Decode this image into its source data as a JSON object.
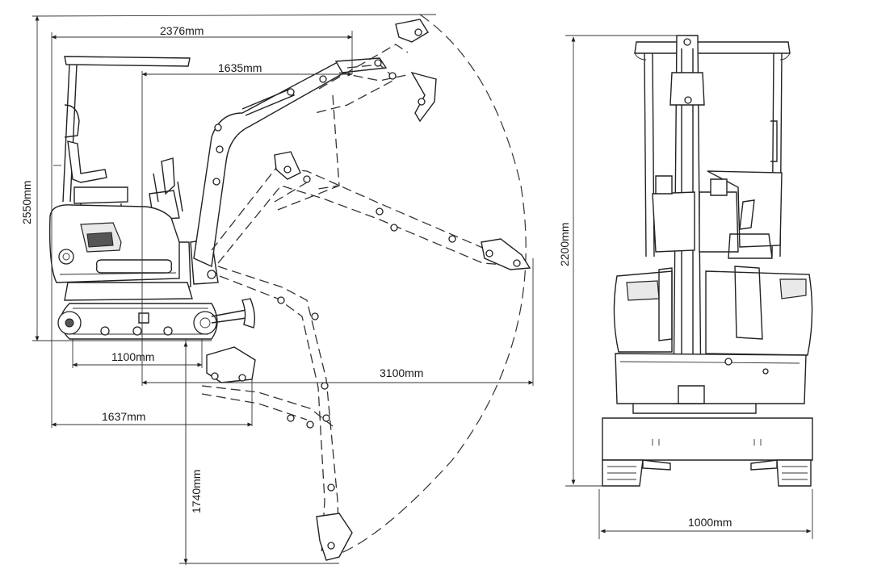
{
  "dimensions": {
    "overall_length": "2376mm",
    "cab_to_pivot": "1635mm",
    "overall_height_side": "2550mm",
    "track_length": "1100mm",
    "max_reach": "3100mm",
    "tail_length": "1637mm",
    "dig_depth": "1740mm",
    "overall_height_front": "2200mm",
    "track_width": "1000mm"
  }
}
